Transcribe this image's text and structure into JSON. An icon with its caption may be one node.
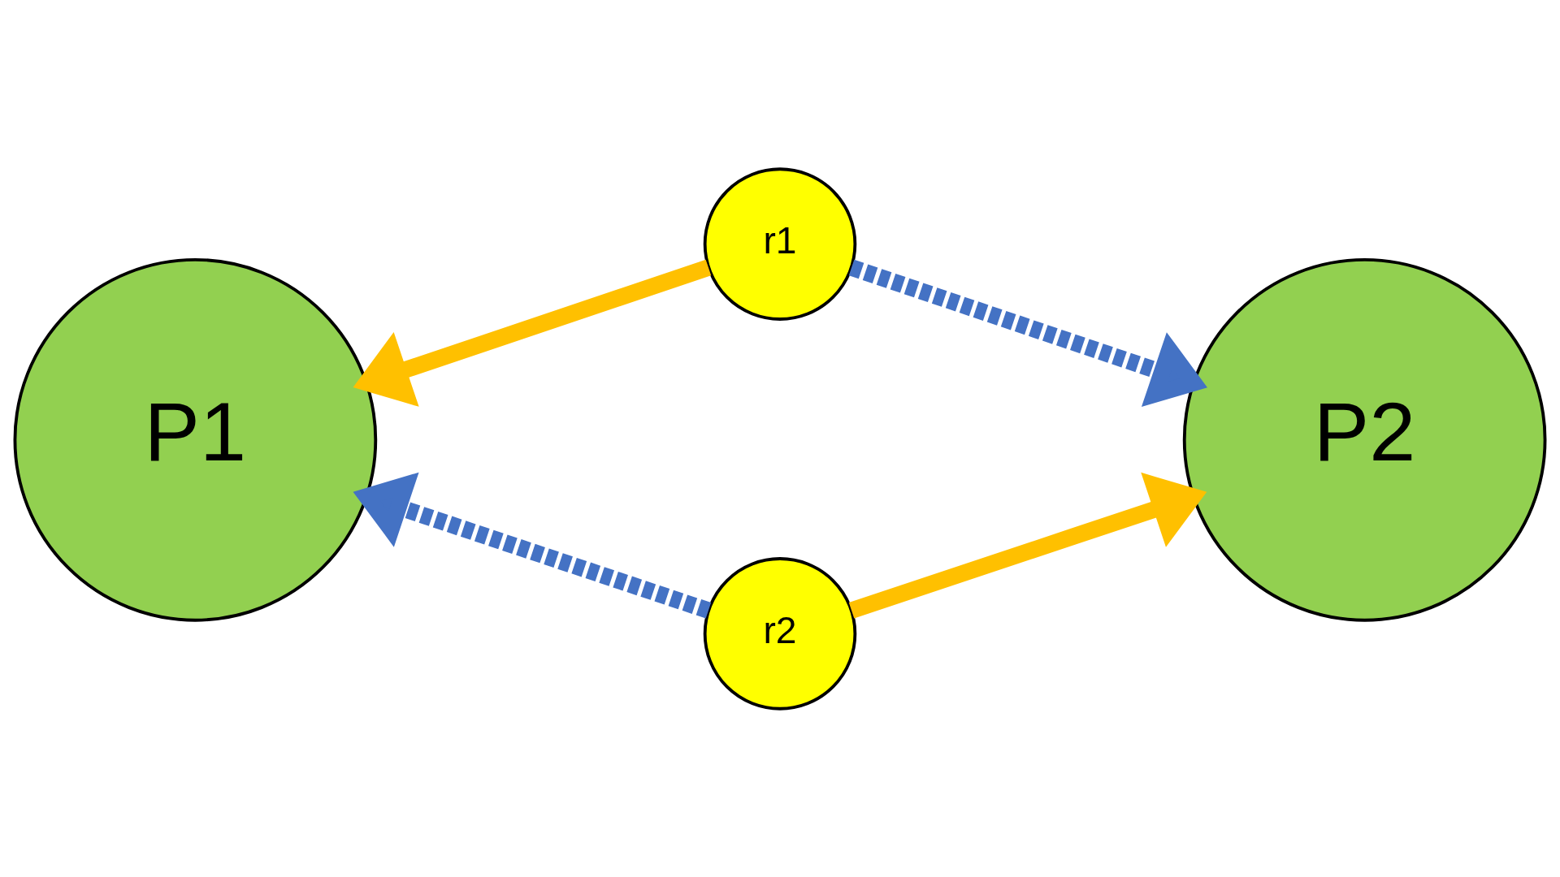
{
  "diagram": {
    "nodes": [
      {
        "text": [
          "r1"
        ]
      },
      {
        "text": [
          "P1"
        ]
      },
      {
        "text": [
          "P2"
        ]
      },
      {
        "text": [
          "r2"
        ]
      }
    ],
    "edges": [
      {
        "from": 0,
        "to": 1,
        "arrow": "to",
        "color": "#ffc000"
      },
      {
        "from": 0,
        "to": 2,
        "arrow": "to",
        "style": "dashed",
        "color": "#4472c4"
      },
      {
        "from": 3,
        "to": 1,
        "arrow": "to",
        "style": "dashed",
        "color": "#4472c4"
      },
      {
        "from": 3,
        "to": 2,
        "arrow": "to",
        "color": "#ffc000"
      }
    ]
  }
}
